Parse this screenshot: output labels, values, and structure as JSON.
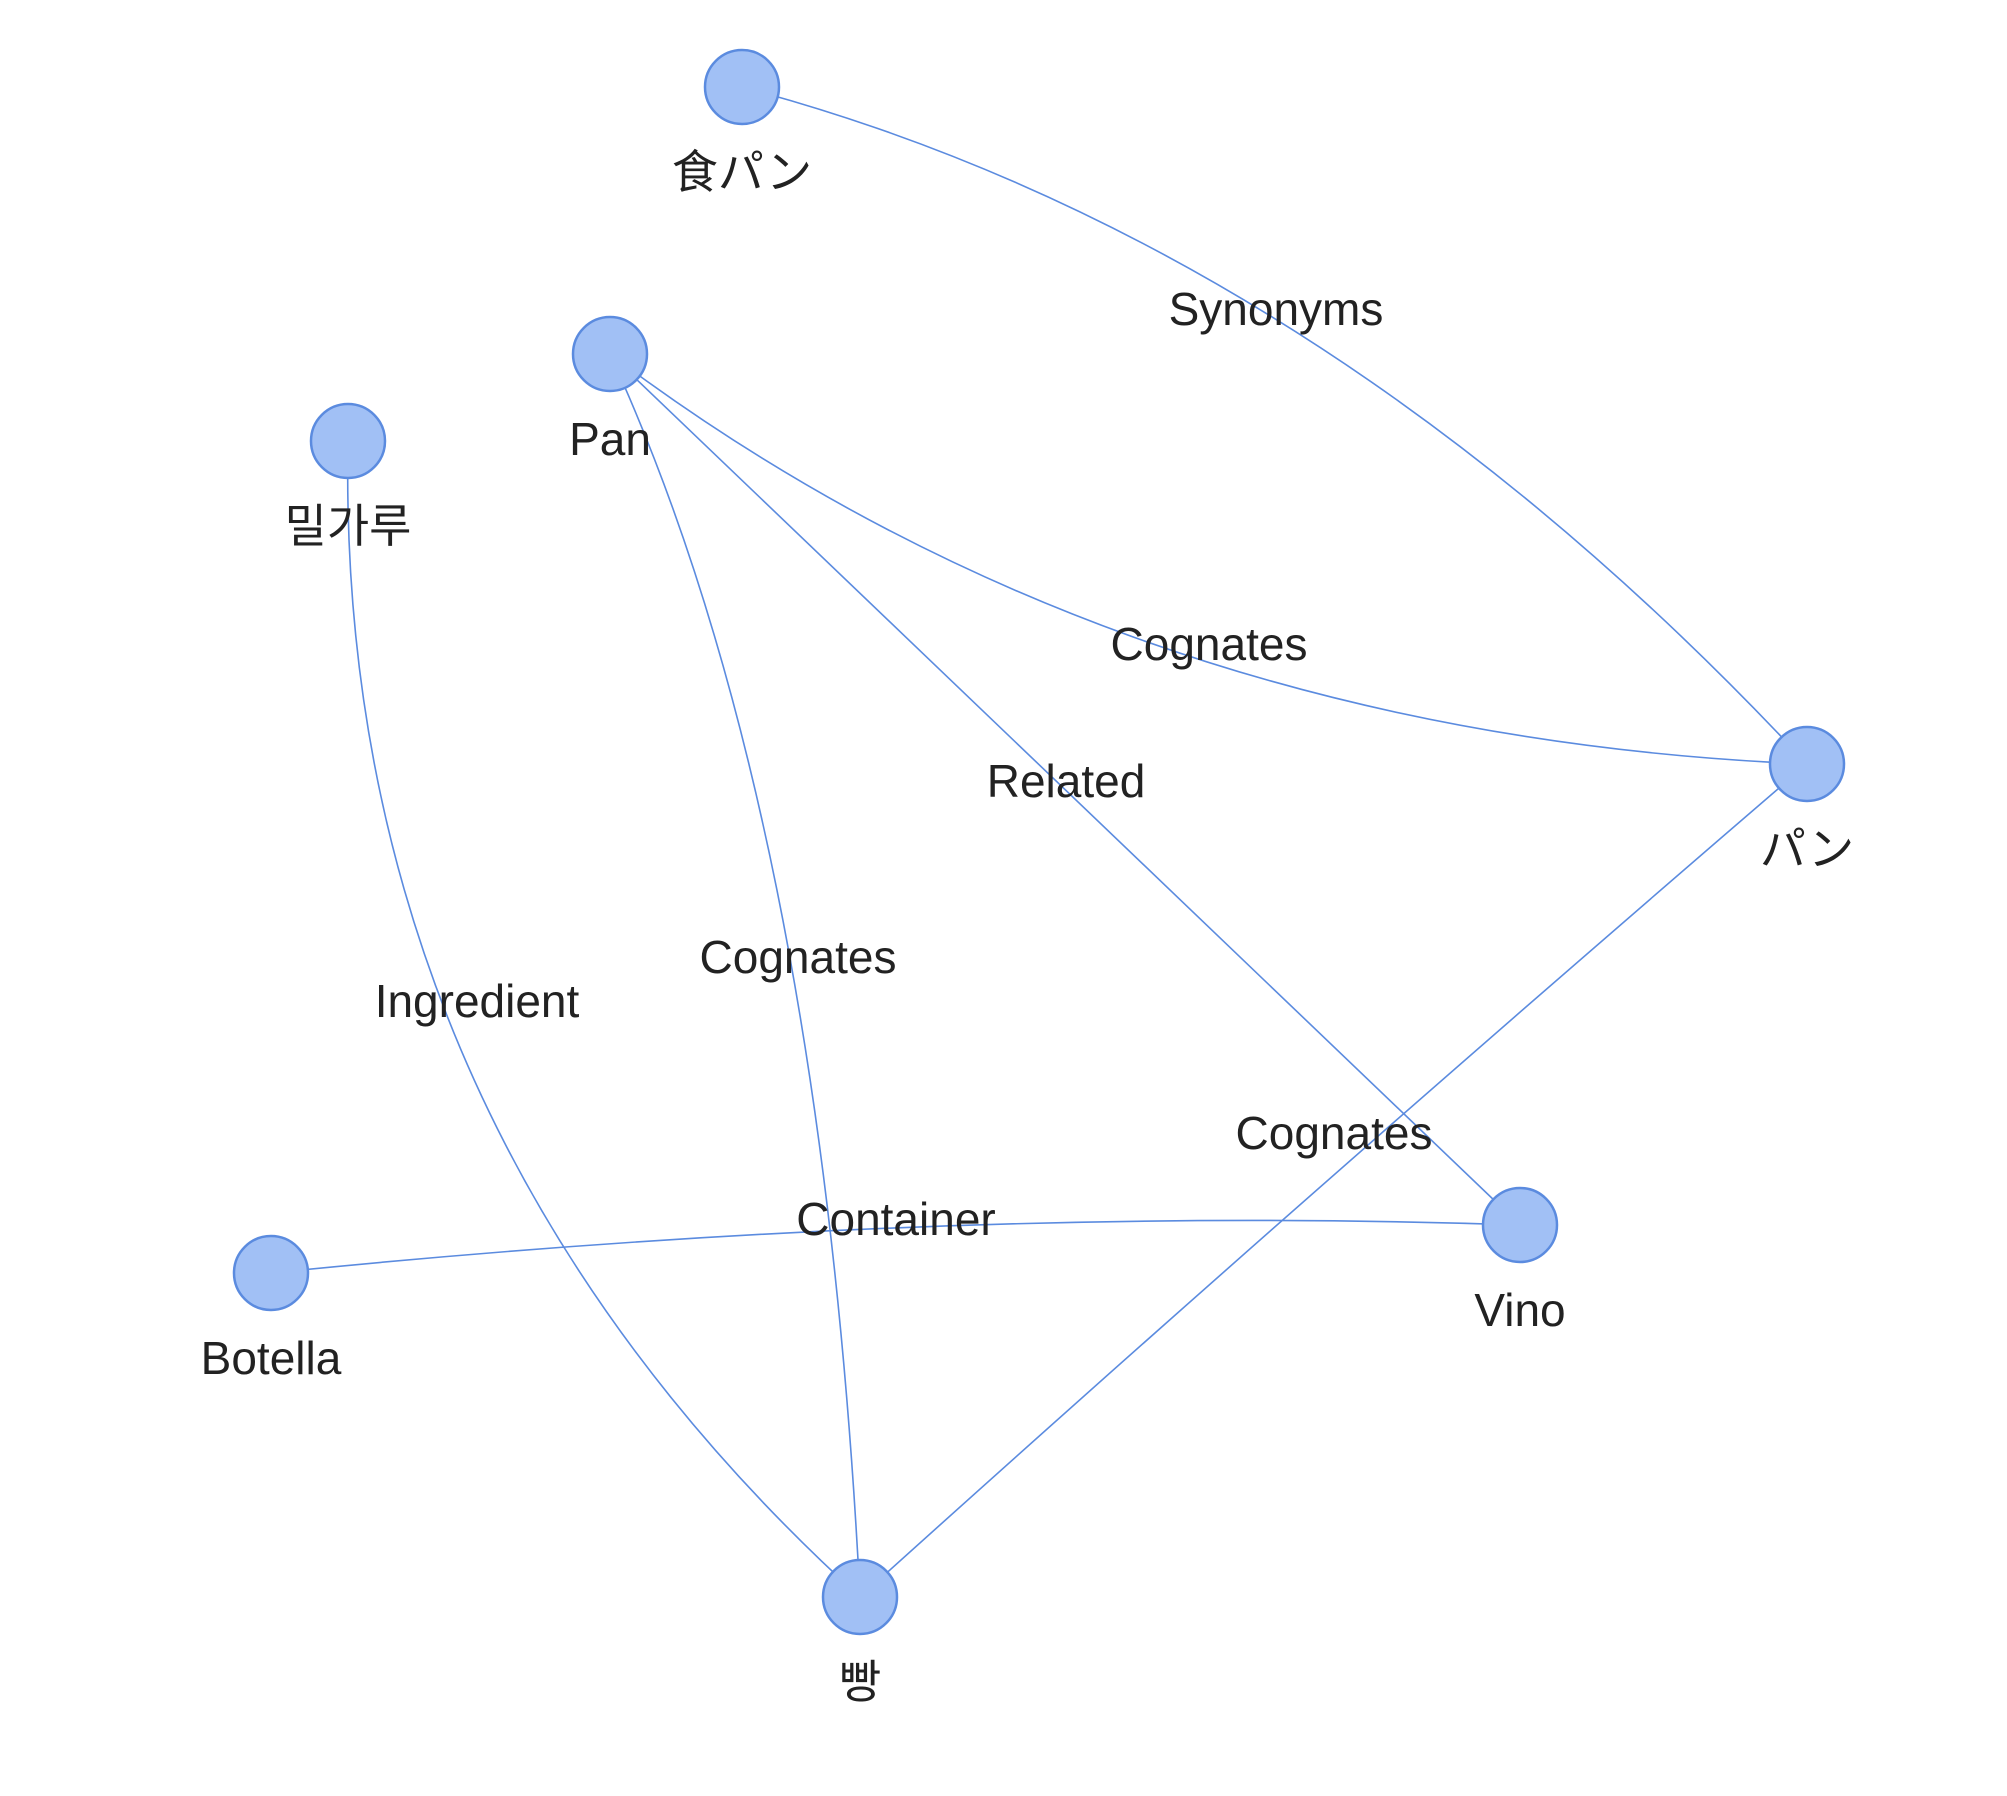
{
  "graph": {
    "colors": {
      "edge": "#5b8bdf",
      "node_fill": "#a1c0f5",
      "node_stroke": "#5b8bdf",
      "label": "#222222"
    },
    "nodes": [
      {
        "id": "shokupan",
        "label": "食パン",
        "name": "node-shokupan"
      },
      {
        "id": "pan_es",
        "label": "Pan",
        "name": "node-pan"
      },
      {
        "id": "milgaru",
        "label": "밀가루",
        "name": "node-milgaru"
      },
      {
        "id": "pan_ja",
        "label": "パン",
        "name": "node-pan-ja"
      },
      {
        "id": "vino",
        "label": "Vino",
        "name": "node-vino"
      },
      {
        "id": "botella",
        "label": "Botella",
        "name": "node-botella"
      },
      {
        "id": "ppang",
        "label": "빵",
        "name": "node-ppang"
      }
    ],
    "edges": [
      {
        "source": "shokupan",
        "target": "pan_ja",
        "label": "Synonyms",
        "name": "edge-synonyms"
      },
      {
        "source": "pan_es",
        "target": "pan_ja",
        "label": "Cognates",
        "name": "edge-cognates-pan-panja"
      },
      {
        "source": "pan_es",
        "target": "vino",
        "label": "Related",
        "name": "edge-related"
      },
      {
        "source": "pan_es",
        "target": "ppang",
        "label": "Cognates",
        "name": "edge-cognates-pan-ppang"
      },
      {
        "source": "milgaru",
        "target": "ppang",
        "label": "Ingredient",
        "name": "edge-ingredient"
      },
      {
        "source": "pan_ja",
        "target": "ppang",
        "label": "Cognates",
        "name": "edge-cognates-panja-ppang"
      },
      {
        "source": "botella",
        "target": "vino",
        "label": "Container",
        "name": "edge-container"
      }
    ]
  }
}
